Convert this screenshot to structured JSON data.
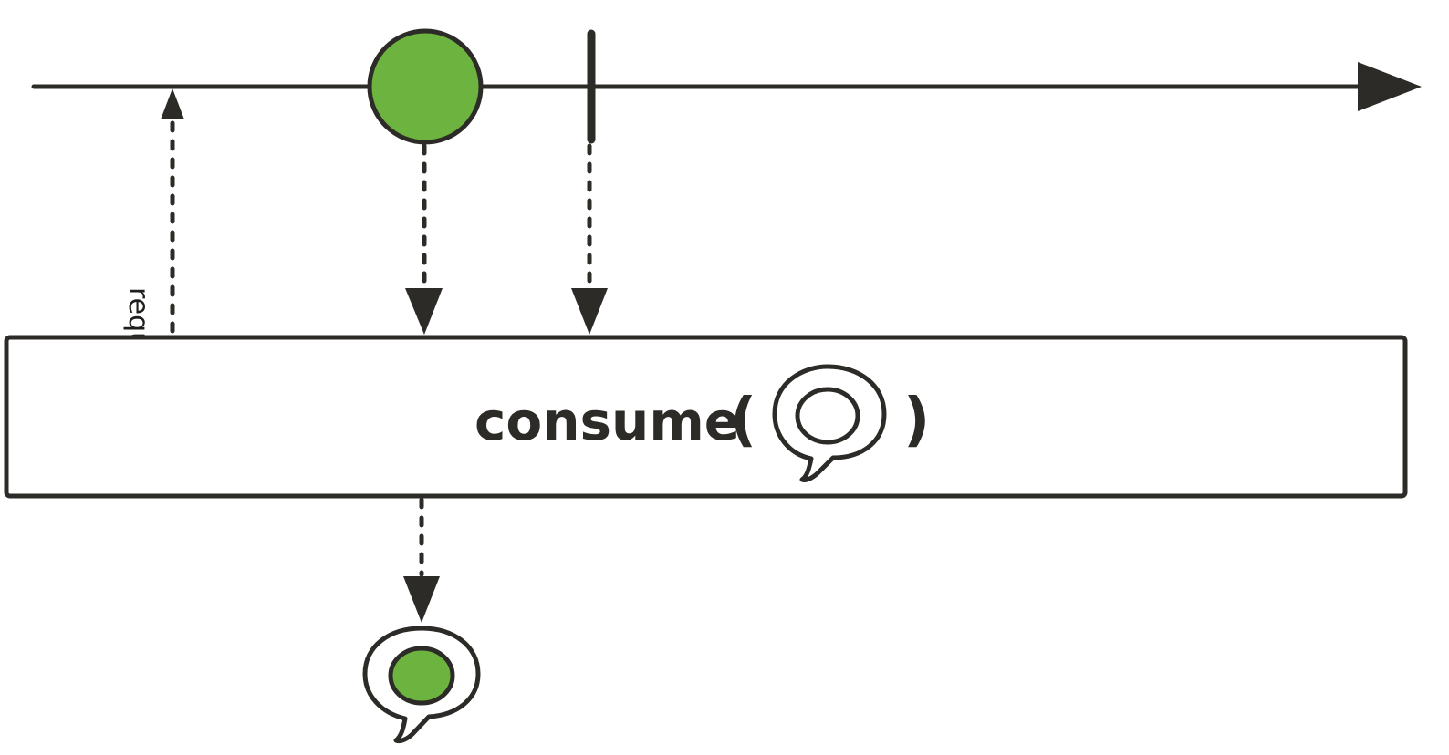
{
  "diagram": {
    "type": "marble-diagram",
    "request_label": "request()",
    "operator": {
      "name": "consume",
      "open_paren": "(",
      "close_paren": ")"
    },
    "colors": {
      "line": "#2d2b27",
      "marble_fill": "#6db33f",
      "background": "#ffffff"
    },
    "elements": [
      "timeline-arrow",
      "request-arrow",
      "green-marble",
      "completion-bar",
      "operator-box",
      "speech-bubble-icon",
      "output-speech-bubble-with-marble"
    ]
  }
}
